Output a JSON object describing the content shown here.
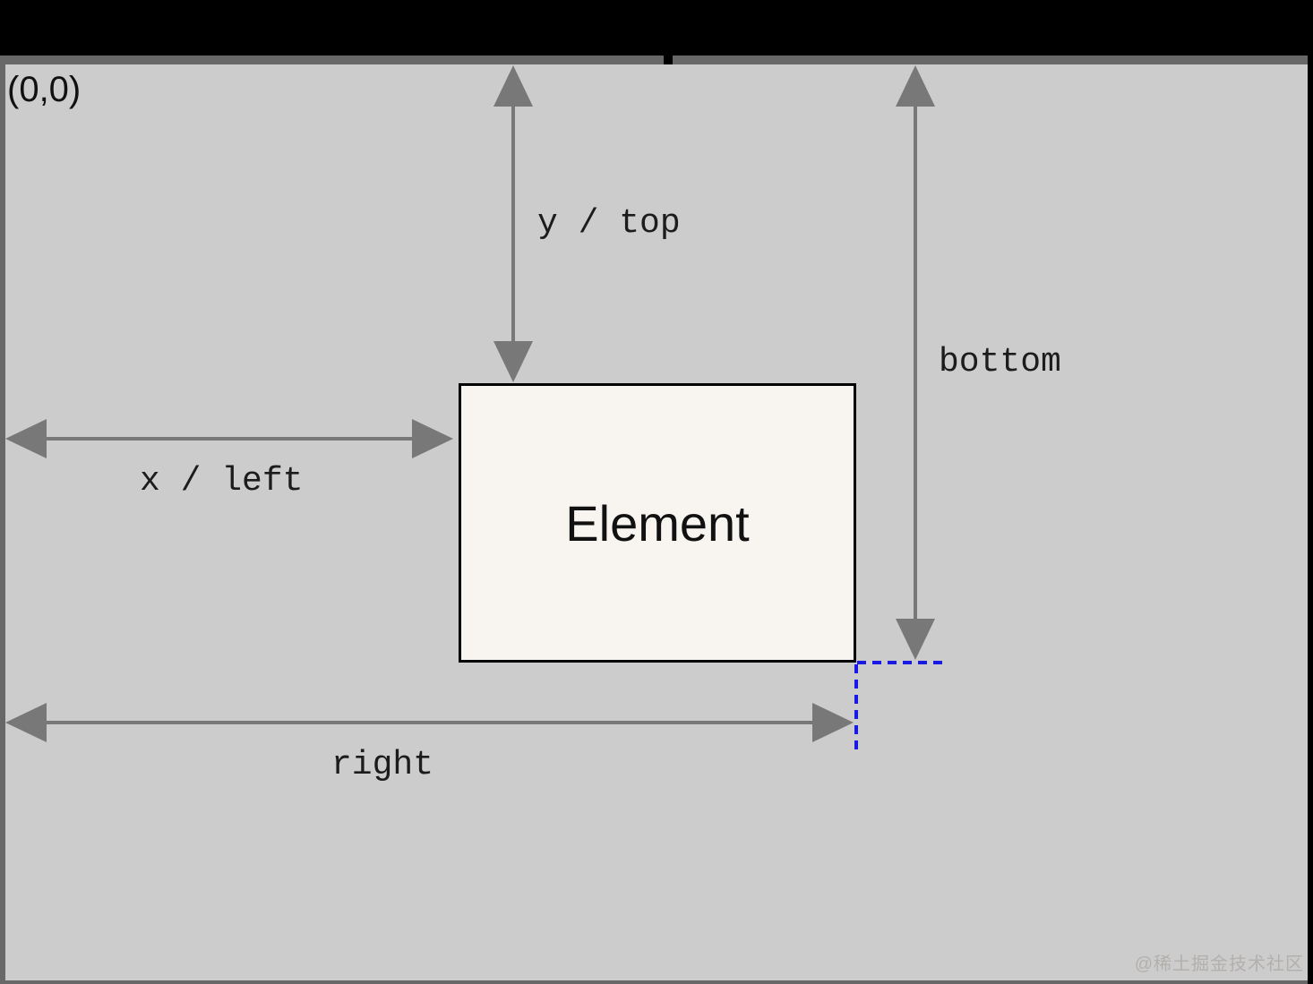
{
  "window": {
    "letterbox_color": "#000000",
    "frame_color": "#686868",
    "canvas_color": "#cccccc"
  },
  "canvas": {
    "origin_label": "(0,0)",
    "watermark": "@稀土掘金技术社区"
  },
  "element_box": {
    "label": "Element",
    "fill_color": "#f8f5f0",
    "border_color": "#000000"
  },
  "arrows": {
    "color": "#787878",
    "top": {
      "label": "y / top"
    },
    "left": {
      "label": "x / left"
    },
    "bottom": {
      "label": "bottom"
    },
    "right": {
      "label": "right"
    }
  },
  "guides": {
    "color": "#1a1ae6",
    "style": "dotted"
  }
}
